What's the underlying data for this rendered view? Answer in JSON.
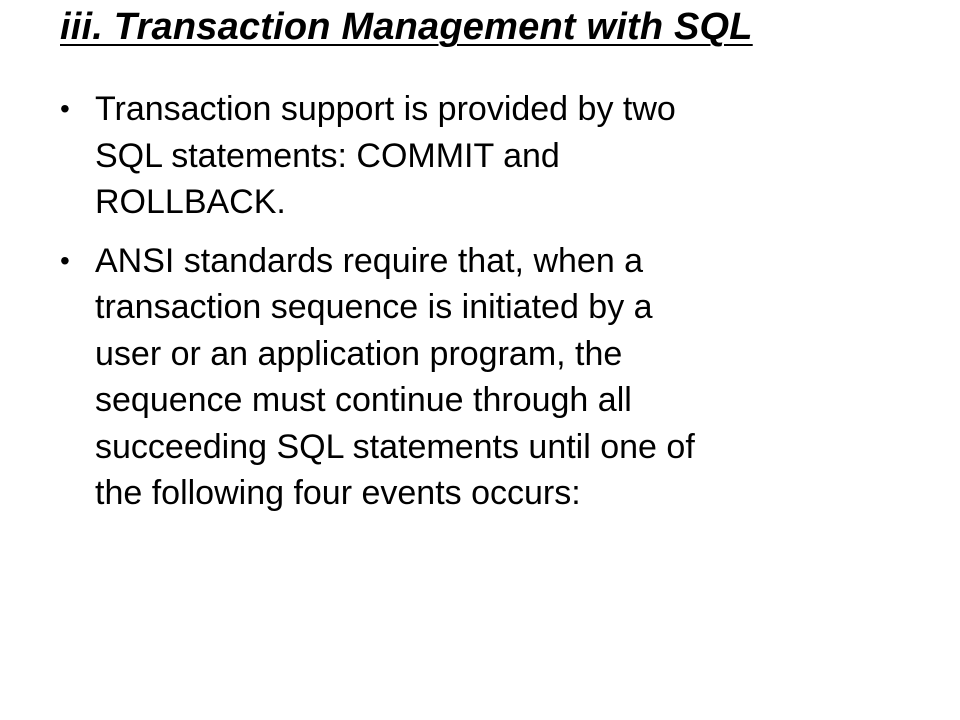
{
  "slide": {
    "title": "iii. Transaction Management with SQL",
    "bullet_symbol": "•",
    "bullets": [
      {
        "lines": [
          "Transaction support is provided by two",
          "SQL statements: COMMIT and",
          "ROLLBACK."
        ]
      },
      {
        "lines": [
          "ANSI standards require that, when a",
          "transaction sequence is initiated by a",
          "user or an application program, the",
          "sequence must continue through all",
          "succeeding SQL statements until one of",
          "the following four events occurs:"
        ]
      }
    ]
  }
}
